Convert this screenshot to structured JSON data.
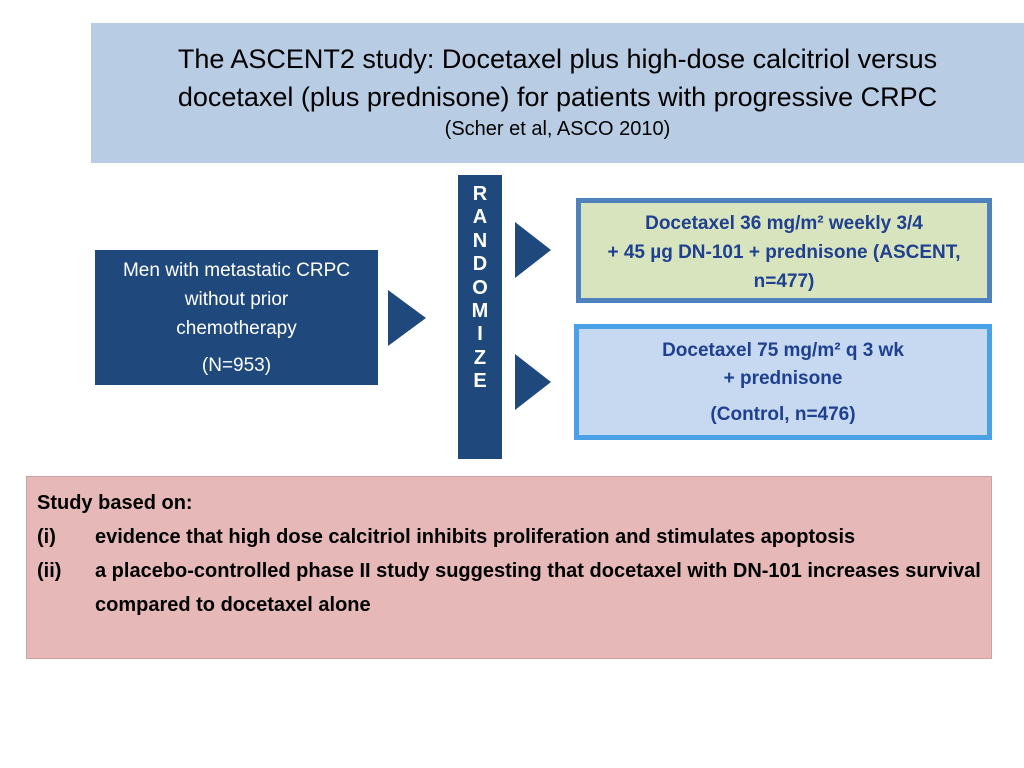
{
  "title": {
    "line1": "The ASCENT2 study: Docetaxel plus high-dose calcitriol versus",
    "line2": "docetaxel (plus prednisone) for patients with progressive CRPC",
    "citation": "(Scher et al, ASCO 2010)"
  },
  "population": {
    "line1": "Men with metastatic CRPC",
    "line2": "without prior",
    "line3": "chemotherapy",
    "count": "(N=953)"
  },
  "randomize": {
    "letters": [
      "R",
      "A",
      "N",
      "D",
      "O",
      "M",
      "I",
      "Z",
      "E"
    ]
  },
  "arms": [
    {
      "line1": "Docetaxel 36 mg/m² weekly 3/4",
      "line2": "+ 45 µg DN-101 + prednisone (ASCENT,",
      "line3": "n=477)"
    },
    {
      "line1": "Docetaxel 75 mg/m² q 3 wk",
      "line2": "+ prednisone",
      "line3": "(Control, n=476)"
    }
  ],
  "rationale": {
    "heading": "Study based on:",
    "items": [
      {
        "marker": "(i)",
        "text": "evidence that high dose calcitriol inhibits proliferation and stimulates apoptosis"
      },
      {
        "marker": "(ii)",
        "text": "a placebo-controlled phase II study suggesting that docetaxel with DN-101 increases survival compared to docetaxel alone"
      }
    ]
  },
  "colors": {
    "title_bg": "#b8cce4",
    "dark_blue": "#1f497d",
    "arm1_bg": "#d7e4bd",
    "arm2_bg": "#c6d9f1",
    "rationale_bg": "#e6b9b8"
  }
}
